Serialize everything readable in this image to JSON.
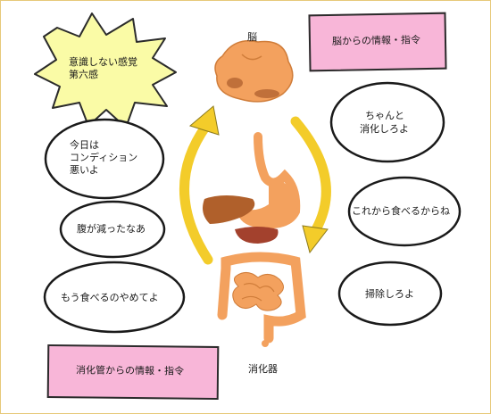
{
  "labels": {
    "brain": "脳",
    "digestive": "消化器"
  },
  "boxes": {
    "brain_info": "脳からの情報・指令",
    "digestive_info": "消化管からの情報・指令"
  },
  "star": {
    "line1": "意識しない感覚",
    "line2": "第六感"
  },
  "left_bubbles": [
    {
      "lines": [
        "今日は",
        "コンディション",
        "悪いよ"
      ]
    },
    {
      "lines": [
        "腹が減ったなあ"
      ]
    },
    {
      "lines": [
        "もう食べるのやめてよ"
      ]
    }
  ],
  "right_bubbles": [
    {
      "lines": [
        "ちゃんと",
        "消化しろよ"
      ]
    },
    {
      "lines": [
        "これから食べるからね"
      ]
    },
    {
      "lines": [
        "掃除しろよ"
      ]
    }
  ],
  "colors": {
    "star_fill": "#fafba6",
    "box_fill": "#f8b6d8",
    "arrow": "#f3cc2a",
    "organ": "#f3a15e",
    "liver": "#b0602b",
    "spleen": "#a3412d"
  }
}
